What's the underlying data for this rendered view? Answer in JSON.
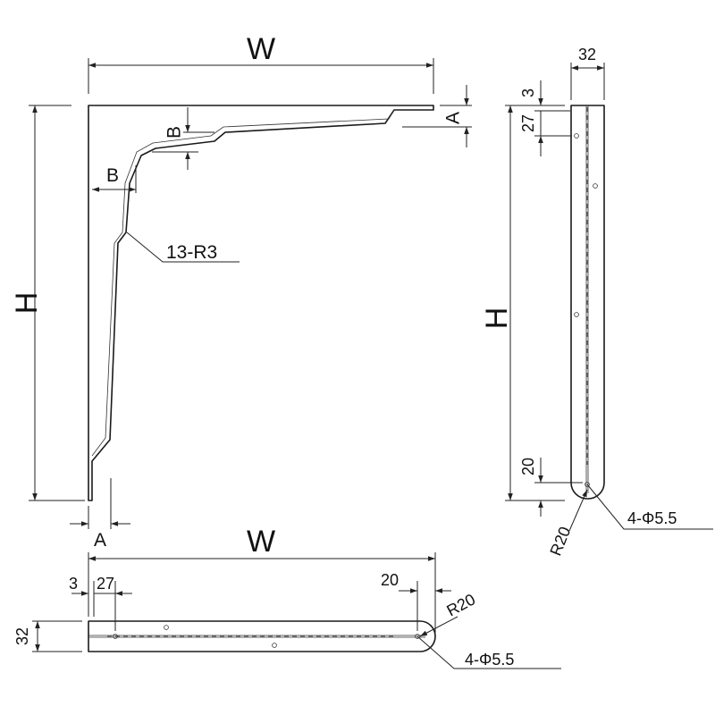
{
  "front_view": {
    "width_label": "W",
    "height_label": "H",
    "a_top_label": "A",
    "a_bottom_label": "A",
    "b_top_label": "B",
    "b_left_label": "B",
    "radius_label": "13-R3"
  },
  "side_view": {
    "width_label": "32",
    "top_gap_label": "3",
    "first_hole_label": "27",
    "height_label": "H",
    "end_gap_label": "20",
    "radius_label": "R20",
    "holes_label": "4-Φ5.5"
  },
  "bottom_view": {
    "width_label": "W",
    "start_gap_label": "3",
    "first_hole_label": "27",
    "end_gap_label": "20",
    "radius_label": "R20",
    "depth_label": "32",
    "holes_label": "4-Φ5.5"
  }
}
